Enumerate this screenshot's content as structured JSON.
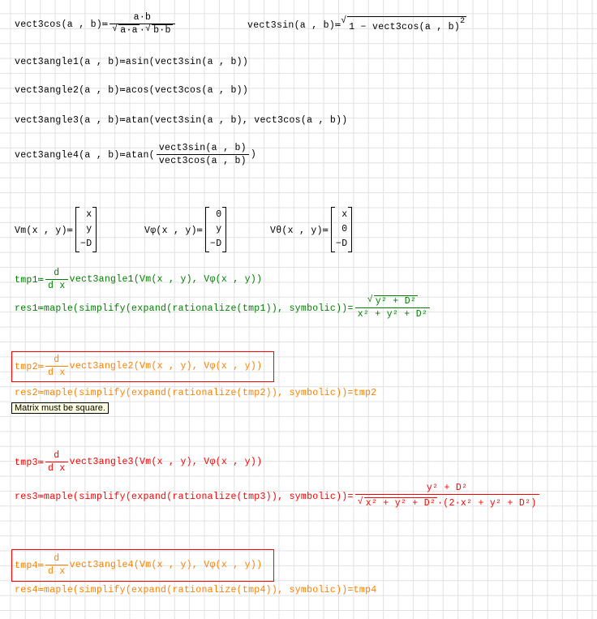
{
  "defs": {
    "cos_lhs": "vect3cos(a , b)≔",
    "cos_num": "a·b",
    "cos_den1": "a·a",
    "cos_dot": "·",
    "cos_den2": "b·b",
    "sin_lhs": "vect3sin(a , b)≔",
    "sin_body": "1 − vect3cos(a , b)",
    "sin_exp": "2",
    "angle1": "vect3angle1(a , b)≔asin(vect3sin(a , b))",
    "angle2": "vect3angle2(a , b)≔acos(vect3cos(a , b))",
    "angle3": "vect3angle3(a , b)≔atan(vect3sin(a , b), vect3cos(a , b))",
    "angle4_lhs": "vect3angle4(a , b)≔atan(",
    "angle4_num": "vect3sin(a , b)",
    "angle4_den": "vect3cos(a , b)",
    "angle4_close": ")"
  },
  "vectors": [
    {
      "lhs": "Vm(x , y)≔",
      "rows": [
        "x",
        "y",
        "−D"
      ]
    },
    {
      "lhs": "Vφ(x , y)≔",
      "rows": [
        "0",
        "y",
        "−D"
      ]
    },
    {
      "lhs": "Vθ(x , y)≔",
      "rows": [
        "x",
        "0",
        "−D"
      ]
    }
  ],
  "calc": {
    "tmp1_lhs": "tmp1≔",
    "tmp1_rhs": "vect3angle1(Vm(x , y), Vφ(x , y))",
    "res1_lhs": "res1≔maple(simplify(expand(rationalize(tmp1)), symbolic))=",
    "res1_num": "y² + D²",
    "res1_den": "x² + y² + D²",
    "tmp2_lhs": "tmp2≔",
    "tmp2_rhs": "vect3angle2(Vm(x , y), Vφ(x , y))",
    "res2": "res2≔maple(simplify(expand(rationalize(tmp2)), symbolic))=tmp2",
    "tmp3_lhs": "tmp3≔",
    "tmp3_rhs": "vect3angle3(Vm(x , y), Vφ(x , y))",
    "res3_lhs": "res3≔maple(simplify(expand(rationalize(tmp3)), symbolic))=",
    "res3_num": "y² + D²",
    "res3_den_root": "x² + y² + D²",
    "res3_den_rest": "·(2·x² + y² + D²)",
    "tmp4_lhs": "tmp4≔",
    "tmp4_rhs": "vect3angle4(Vm(x , y), Vφ(x , y))",
    "res4": "res4≔maple(simplify(expand(rationalize(tmp4)), symbolic))=tmp4",
    "d": "d",
    "dx": "d x"
  },
  "tooltip": "Matrix must be square.",
  "colors": {
    "green": "#008000",
    "orange": "#ff8000",
    "red": "#ff0000"
  }
}
